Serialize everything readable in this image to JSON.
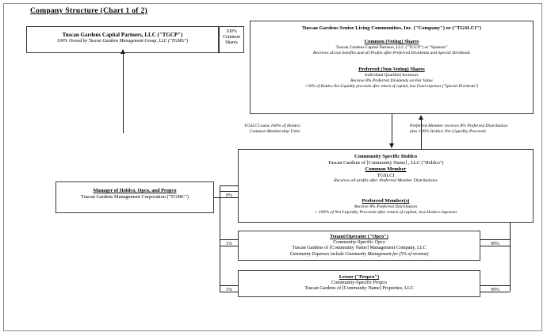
{
  "document": {
    "title": "Company Structure (Chart 1 of 2)"
  },
  "boxes": {
    "tgcp": {
      "line1": "Tuscan Gardens Capital Partners, LLC (\"TGCP\")",
      "line2": "100% Owned by Tuscan Gardens Management Group, LLC  (\"TGMG\")"
    },
    "company": {
      "title": "Tuscan Gardens Senior Living Communities, Inc. (\"Company\") or (\"TGSLCI\")",
      "common_heading": "Common (Voting) Shares",
      "common_holder": "Tuscan Gardens Capital Partners, LLC (\"TGCP\") or \"Sponsor\"",
      "common_note": "Receives all tax benefits and all Profits after Preferred Dividends and Special Dividends",
      "preferred_heading": "Preferred (Non-Voting) Shares",
      "preferred_holder": "Individual Qualified Investors",
      "preferred_note1": "Receive 8% Preferred Dividends on Par Value",
      "preferred_note2": "+50% of Holdco Net Liquidity proceeds after return of capital, less Fund expenses (\"Special Dividends\")"
    },
    "holdco": {
      "title": "Community Specific Holdco",
      "entity": "Tuscan Gardens of [Community Name] , LLC (\"Holdco\")",
      "common_heading": "Common Member",
      "common_holder": "TGSLCI",
      "common_note": "Receives all profits after Preferred Member Distributions",
      "preferred_heading": "Preferred Member(s)",
      "preferred_note1": "Receive 8% Preferred Distribution",
      "preferred_note2": "+ 100% of Net Liquidity Proceeds after return of capital, less Holdco expenses"
    },
    "tgmc": {
      "line1": "Manager of Holdco, Opco, and Propco",
      "line2": "Tuscan Gardens Management Corporation (\"TGMC\")"
    },
    "opco": {
      "title": "Tenant/Operator (\"Opco\")",
      "subtitle": "Community-Specific Opco",
      "entity": "Tuscan Gardens of [Community Name]  Management Company, LLC",
      "note": "Community Expenses include Community Management fee (5% of revenue)"
    },
    "propco": {
      "title": "Lessor (\"Propco\")",
      "subtitle": "Community-Specific Propco",
      "entity": "Tuscan Gardens of [Community Name] Properties, LLC"
    }
  },
  "percents": {
    "common_shares_pct": "100%",
    "common_shares_label1": "Common",
    "common_shares_label2": "Shares",
    "tgmc_holdco": "0%",
    "tgmc_opco": "1%",
    "tgmc_propco": "1%",
    "holdco_opco": "99%",
    "holdco_propco": "99%"
  },
  "annotations": {
    "left_line1": "TGSLCI owns  100% of Holdco",
    "left_line2": "Common Membership Units",
    "right_line1": "Preferred Member receives 8% Preferred Distribution",
    "right_line2": "plus 100% Holdco Net Liquidity Proceeds"
  }
}
